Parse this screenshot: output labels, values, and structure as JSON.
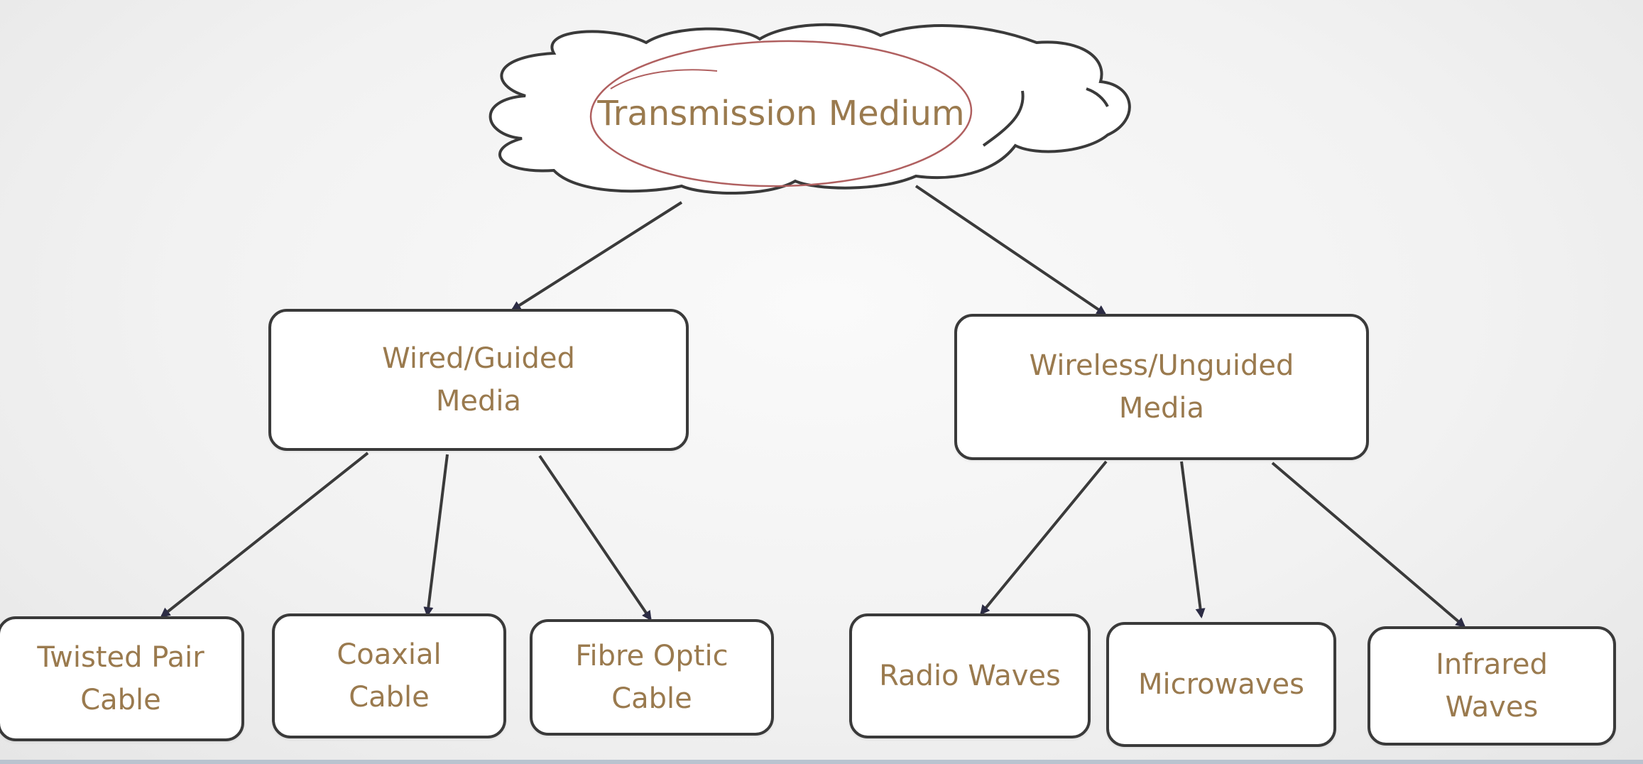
{
  "root": {
    "label": "Transmission Medium"
  },
  "branches": [
    {
      "label": "Wired/Guided\nMedia",
      "children": [
        {
          "label": "Twisted Pair\nCable"
        },
        {
          "label": "Coaxial\nCable"
        },
        {
          "label": "Fibre Optic\nCable"
        }
      ]
    },
    {
      "label": "Wireless/Unguided\nMedia",
      "children": [
        {
          "label": "Radio Waves"
        },
        {
          "label": "Microwaves"
        },
        {
          "label": "Infrared\nWaves"
        }
      ]
    }
  ],
  "colors": {
    "text": "#9a7a4e",
    "line": "#3a3a3a",
    "arrow": "#2c2c44",
    "annotation": "#b06060"
  }
}
